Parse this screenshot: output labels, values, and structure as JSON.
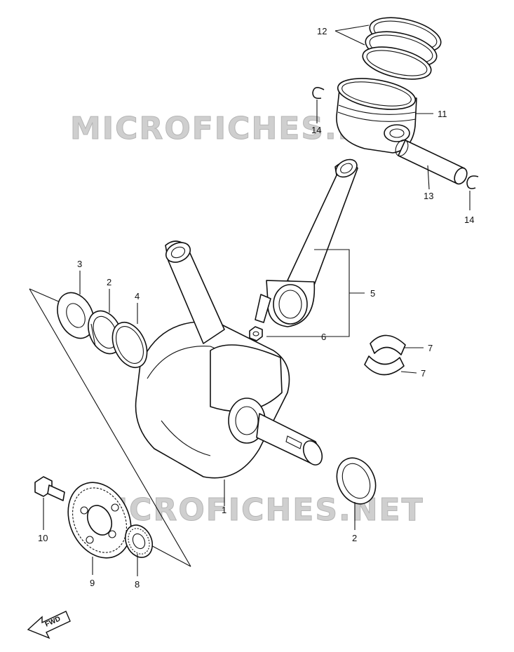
{
  "watermark": "MICROFICHES.NET",
  "fwd_label": "FWD",
  "callouts": {
    "c1": "1",
    "c2a": "2",
    "c2b": "2",
    "c3": "3",
    "c4": "4",
    "c5": "5",
    "c6": "6",
    "c7a": "7",
    "c7b": "7",
    "c8": "8",
    "c9": "9",
    "c10": "10",
    "c11": "11",
    "c12": "12",
    "c13": "13",
    "c14a": "14",
    "c14b": "14"
  }
}
